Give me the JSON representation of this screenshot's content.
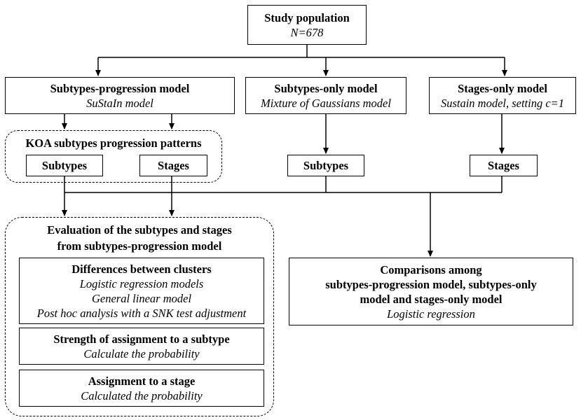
{
  "study_population": {
    "title": "Study population",
    "n": "N=678"
  },
  "subtypes_progression_model": {
    "title": "Subtypes-progression model",
    "subtitle": "SuStaIn model"
  },
  "subtypes_only_model": {
    "title": "Subtypes-only model",
    "subtitle": "Mixture of Gaussians model"
  },
  "stages_only_model": {
    "title": "Stages-only model",
    "subtitle": "Sustain model, setting c=1"
  },
  "koa_group": {
    "title": "KOA subtypes progression patterns",
    "subtypes": "Subtypes",
    "stages": "Stages"
  },
  "subtypes_only_output": "Subtypes",
  "stages_only_output": "Stages",
  "evaluation_group": {
    "title_line1": "Evaluation of the subtypes and stages",
    "title_line2": "from subtypes-progression model",
    "differences": {
      "title": "Differences between clusters",
      "lines": [
        "Logistic regression models",
        "General linear model",
        "Post hoc analysis with a SNK test adjustment"
      ]
    },
    "strength": {
      "title": "Strength of assignment to a subtype",
      "subtitle": "Calculate the probability"
    },
    "assignment": {
      "title": "Assignment to a stage",
      "subtitle": "Calculated the probability"
    }
  },
  "comparisons": {
    "line1": "Comparisons among",
    "line2": "subtypes-progression model, subtypes-only",
    "line3": "model and stages-only model",
    "subtitle": "Logistic regression"
  }
}
